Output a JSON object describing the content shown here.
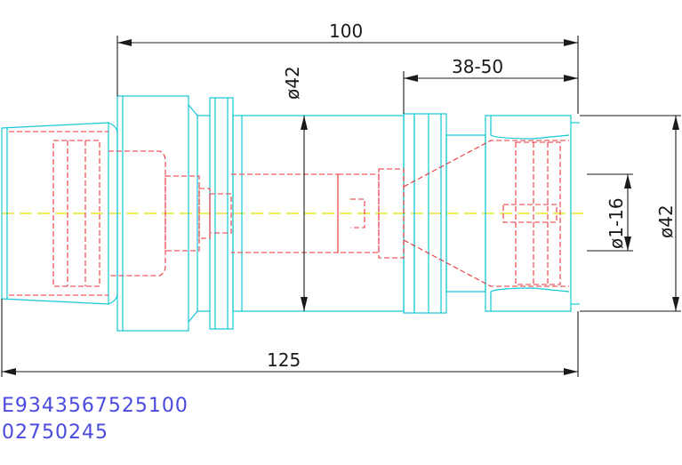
{
  "dimensions": {
    "overall_top": "100",
    "partial_top": "38-50",
    "shank_diameter": "ø42",
    "clamp_range": "ø1-16",
    "nose_diameter": "ø42",
    "overall_bottom": "125"
  },
  "part_codes": {
    "line1": "E9343567525100",
    "line2": "02750245"
  },
  "colors": {
    "outline": "#16c8d8",
    "hidden": "#e8343a",
    "centerline": "#e3e000",
    "dimension": "#1a1a1a",
    "code_text": "#4a4adf"
  }
}
